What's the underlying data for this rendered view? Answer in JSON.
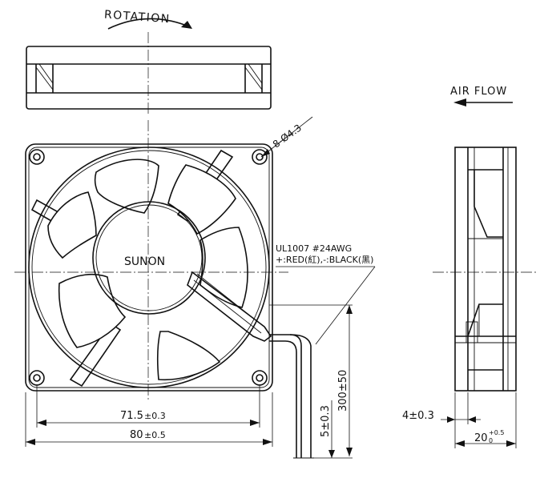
{
  "labels": {
    "rotation": "ROTATION",
    "air_flow": "AIR FLOW",
    "hole_spec": "8-Ø4.3",
    "brand": "SUNON",
    "cable_spec": "UL1007  #24AWG",
    "wire_colors": "+:RED(紅),-:BLACK(黑)"
  },
  "dimensions": {
    "hole_pitch_value": "71.5",
    "hole_pitch_tol": "±0.3",
    "width_value": "80",
    "width_tol": "±0.5",
    "lead_length": "300±50",
    "strip_length": "5±0.3",
    "flange": "4±0.3",
    "depth_value": "20",
    "depth_tol_upper": "+0.5",
    "depth_tol_lower": "0"
  }
}
